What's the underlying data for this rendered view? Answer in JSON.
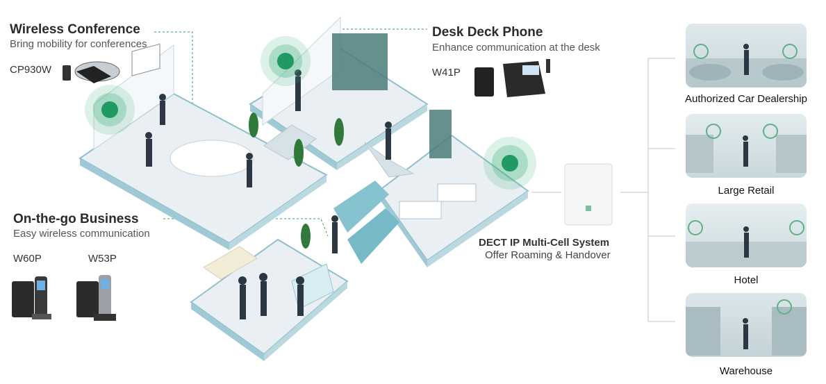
{
  "wireless_conference": {
    "title": "Wireless Conference",
    "subtitle": "Bring mobility for conferences",
    "model": "CP930W"
  },
  "desk_phone": {
    "title": "Desk Deck Phone",
    "subtitle": "Enhance communication at the desk",
    "model": "W41P"
  },
  "on_the_go": {
    "title": "On-the-go Business",
    "subtitle": "Easy wireless communication",
    "model_a": "W60P",
    "model_b": "W53P"
  },
  "dect": {
    "title": "DECT IP Multi-Cell System",
    "subtitle": "Offer Roaming & Handover"
  },
  "scenarios": [
    {
      "label": "Authorized Car Dealership"
    },
    {
      "label": "Large Retail"
    },
    {
      "label": "Hotel"
    },
    {
      "label": "Warehouse"
    }
  ],
  "colors": {
    "accent": "#2e9e6e",
    "floor": "#e6edf2",
    "floor_edge": "#7fb5c4"
  }
}
